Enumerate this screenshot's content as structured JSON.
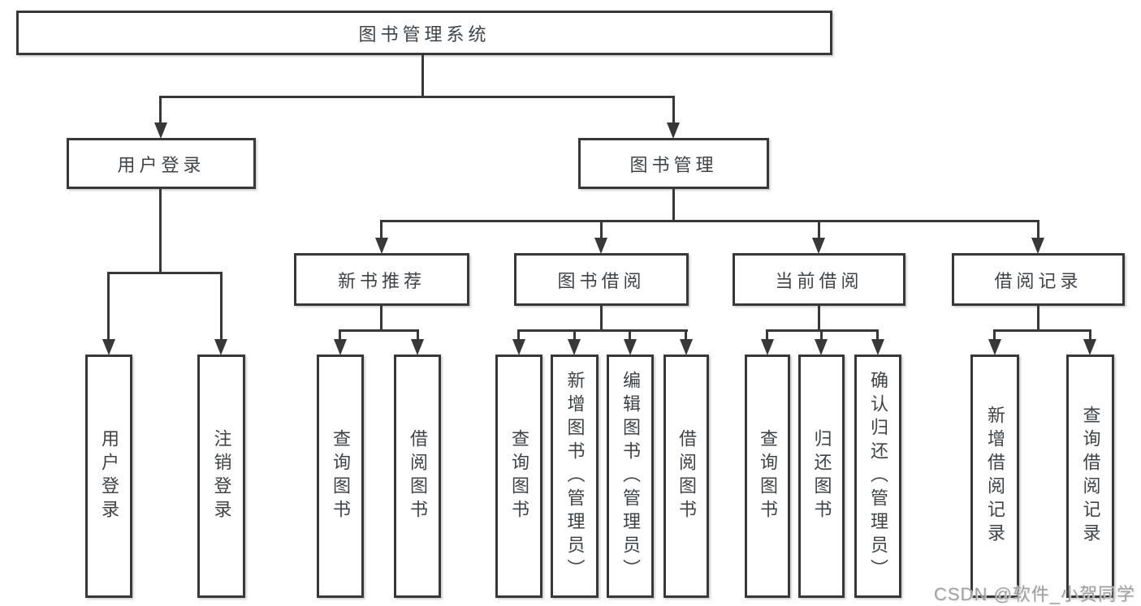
{
  "tree": {
    "root": {
      "label": "图书管理系统",
      "children": [
        {
          "label": "用户登录",
          "children": [
            {
              "label": "用户登录"
            },
            {
              "label": "注销登录"
            }
          ]
        },
        {
          "label": "图书管理",
          "children": [
            {
              "label": "新书推荐",
              "children": [
                {
                  "label": "查询图书"
                },
                {
                  "label": "借阅图书"
                }
              ]
            },
            {
              "label": "图书借阅",
              "children": [
                {
                  "label": "查询图书"
                },
                {
                  "label": "新增图书（管理员）"
                },
                {
                  "label": "编辑图书（管理员）"
                },
                {
                  "label": "借阅图书"
                }
              ]
            },
            {
              "label": "当前借阅",
              "children": [
                {
                  "label": "查询图书"
                },
                {
                  "label": "归还图书"
                },
                {
                  "label": "确认归还（管理员）"
                }
              ]
            },
            {
              "label": "借阅记录",
              "children": [
                {
                  "label": "新增借阅记录"
                },
                {
                  "label": "查询借阅记录"
                }
              ]
            }
          ]
        }
      ]
    }
  },
  "watermark": {
    "text": "CSDN @软件_小贺同学"
  },
  "colors": {
    "line": "#383838",
    "text": "#3f4346",
    "watermark": "#a0a0a0",
    "background": "#ffffff"
  }
}
